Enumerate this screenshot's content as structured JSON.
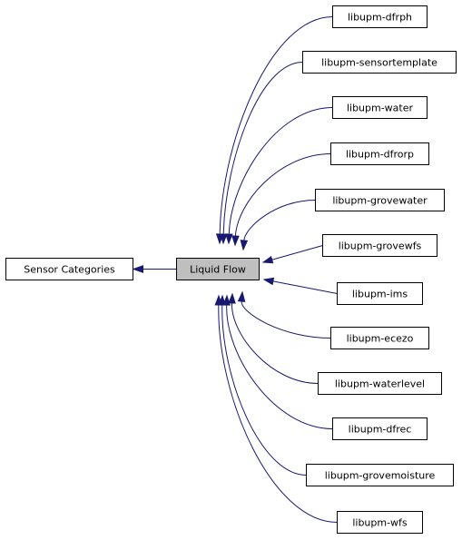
{
  "graph": {
    "parent": {
      "label": "Sensor Categories"
    },
    "current": {
      "label": "Liquid Flow"
    },
    "children": [
      {
        "label": "libupm-dfrph"
      },
      {
        "label": "libupm-sensortemplate"
      },
      {
        "label": "libupm-water"
      },
      {
        "label": "libupm-dfrorp"
      },
      {
        "label": "libupm-grovewater"
      },
      {
        "label": "libupm-grovewfs"
      },
      {
        "label": "libupm-ims"
      },
      {
        "label": "libupm-ecezo"
      },
      {
        "label": "libupm-waterlevel"
      },
      {
        "label": "libupm-dfrec"
      },
      {
        "label": "libupm-grovemoisture"
      },
      {
        "label": "libupm-wfs"
      }
    ],
    "colors": {
      "edge": "#191970",
      "current_fill": "#bfbfbf",
      "node_fill": "#ffffff",
      "node_border": "#000000"
    }
  }
}
